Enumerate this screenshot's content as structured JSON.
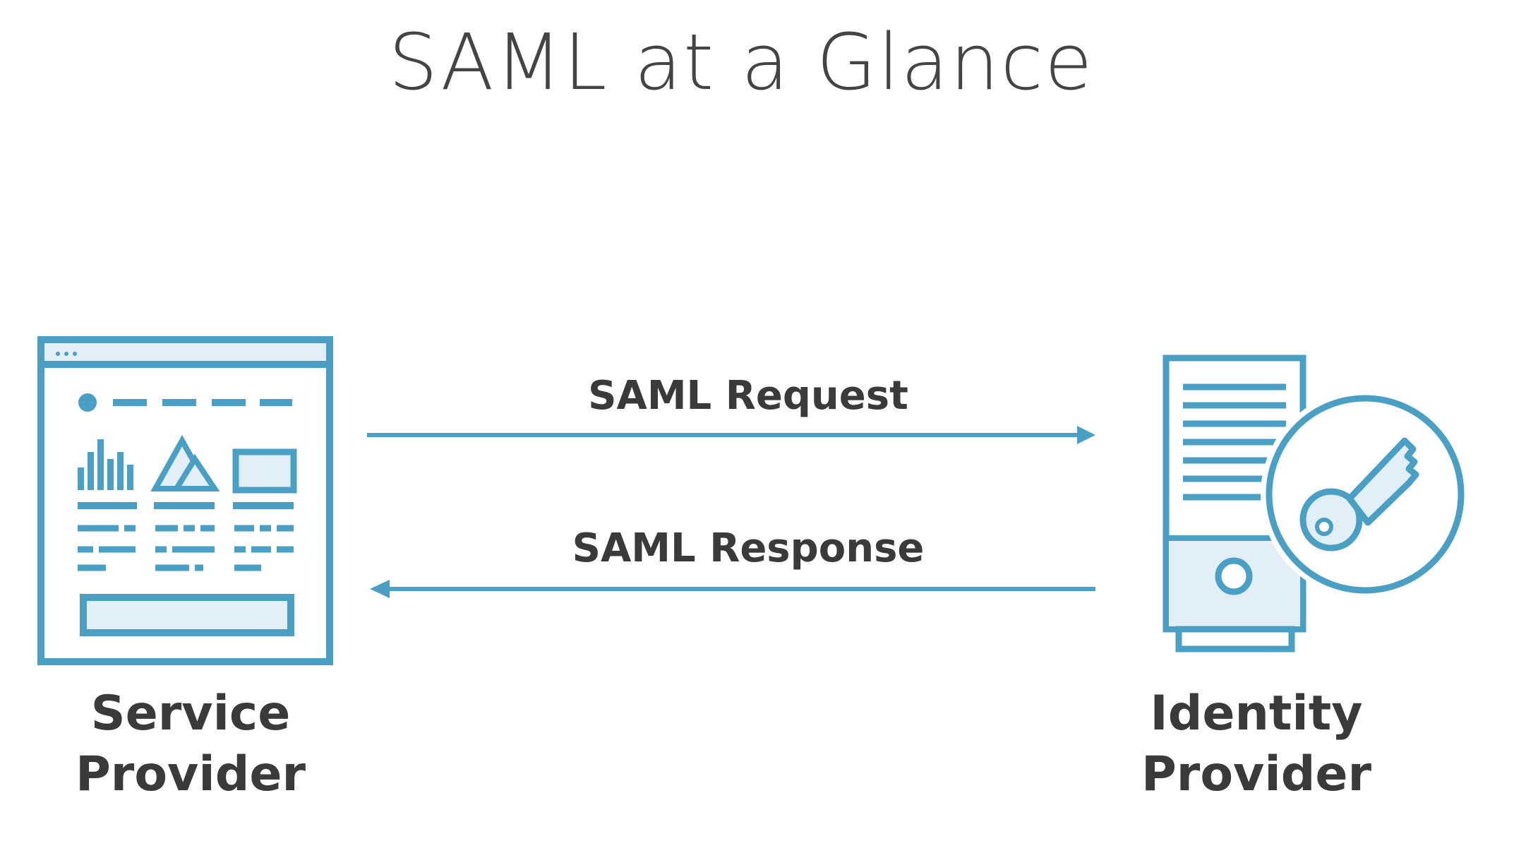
{
  "title": "SAML at a Glance",
  "nodes": {
    "service_provider": {
      "line1": "Service",
      "line2": "Provider",
      "icon": "web-page-icon"
    },
    "identity_provider": {
      "line1": "Identity",
      "line2": "Provider",
      "icon": "server-key-icon"
    }
  },
  "edges": {
    "request": {
      "label": "SAML Request",
      "from": "Service Provider",
      "to": "Identity Provider"
    },
    "response": {
      "label": "SAML Response",
      "from": "Identity Provider",
      "to": "Service Provider"
    }
  },
  "colors": {
    "accent": "#4a9fc5",
    "accent_light": "#e3eff7",
    "text": "#3a3a3a",
    "background": "#ffffff"
  }
}
